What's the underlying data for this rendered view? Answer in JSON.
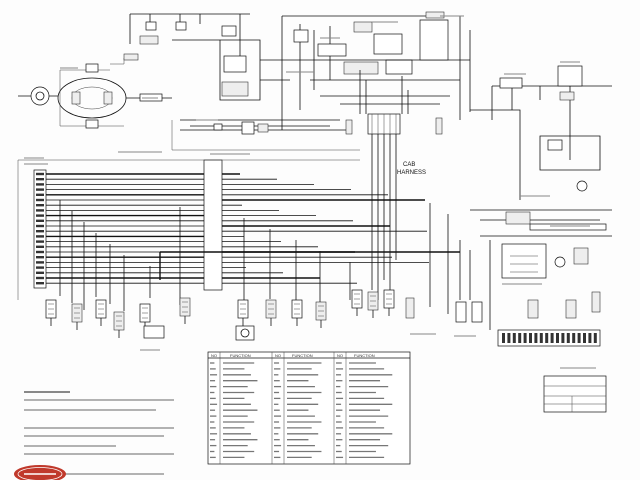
{
  "diagram": {
    "harness_label": [
      "CAB",
      "HARNESS"
    ],
    "legend_table": {
      "headers": [
        "NO",
        "FUNCTION",
        "NO",
        "FUNCTION",
        "NO",
        "FUNCTION"
      ]
    },
    "title_block": {
      "title": ""
    },
    "logo": {
      "text": ""
    }
  },
  "colors": {
    "line": "#111111",
    "logo": "#c0392b",
    "background": "#fdfdfd"
  }
}
